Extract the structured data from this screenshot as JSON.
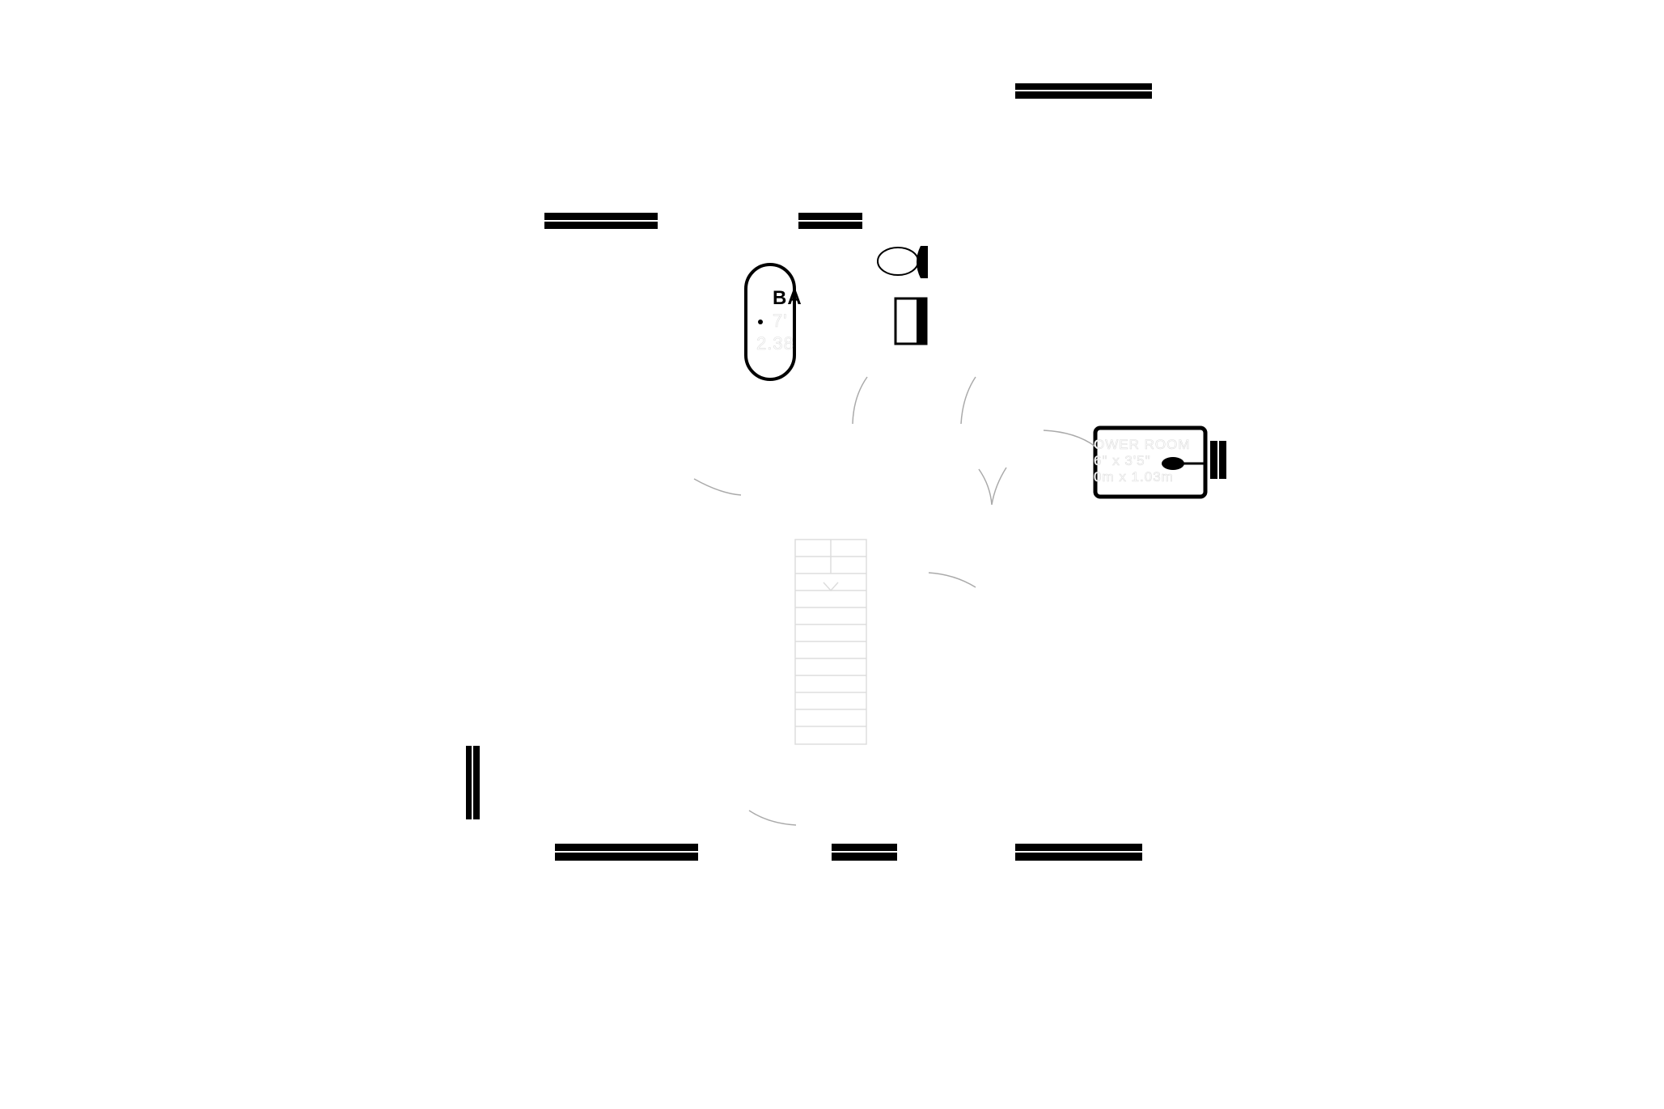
{
  "bathtub_label": {
    "line1": "BA",
    "line2": "7'",
    "line3": "2.38"
  },
  "shower_room_label": {
    "name": "OWER ROOM",
    "imperial": "6\" x 3'5\"",
    "metric": "0m x 1.03m"
  },
  "colors": {
    "wall": "#000000",
    "arc": "#aaaaaa",
    "stair": "#dddddd"
  }
}
